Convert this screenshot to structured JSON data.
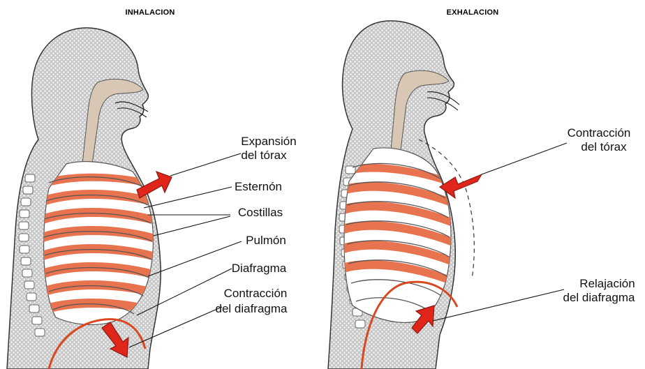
{
  "panels": [
    {
      "id": "inhalation",
      "title": "INHALACION",
      "labels": [
        {
          "id": "thorax",
          "lines": [
            "Expansión",
            "del tórax"
          ]
        },
        {
          "id": "sternum",
          "lines": [
            "Esternón"
          ]
        },
        {
          "id": "ribs",
          "lines": [
            "Costillas"
          ]
        },
        {
          "id": "lung",
          "lines": [
            "Pulmón"
          ]
        },
        {
          "id": "diaphragm",
          "lines": [
            "Diafragma"
          ]
        },
        {
          "id": "diaphragm-action",
          "lines": [
            "Contracción",
            "del diafragma"
          ]
        }
      ]
    },
    {
      "id": "exhalation",
      "title": "EXHALACION",
      "labels": [
        {
          "id": "thorax",
          "lines": [
            "Contracción",
            "del tórax"
          ]
        },
        {
          "id": "diaphragm-action",
          "lines": [
            "Relajación",
            "del diafragma"
          ]
        }
      ]
    }
  ],
  "colors": {
    "body_fill": "#c9c9c9",
    "lung": "#e8734f",
    "arrow": "#e0261b",
    "airway": "#d8c7b4"
  }
}
